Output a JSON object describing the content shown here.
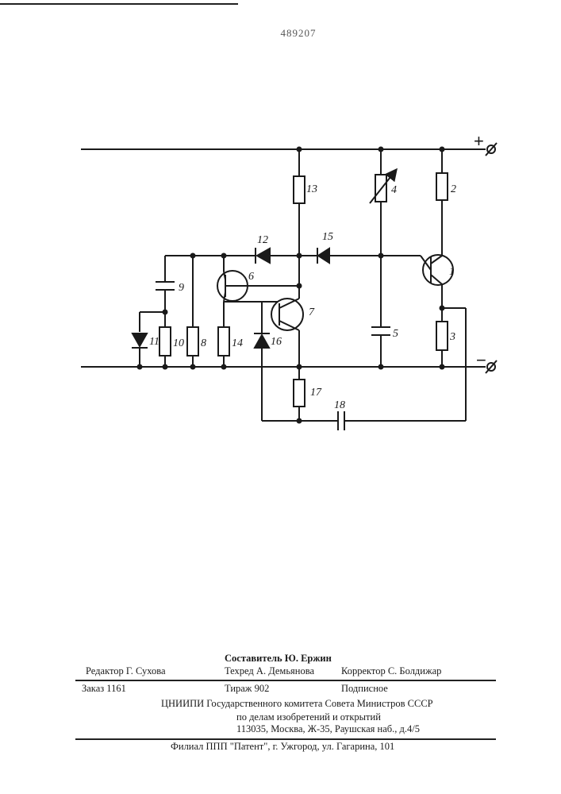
{
  "patent_number": "489207",
  "schematic": {
    "terminal_plus": "+",
    "terminal_minus": "−",
    "components": {
      "c1": "1",
      "c2": "2",
      "c3": "3",
      "c4": "4",
      "c5": "5",
      "c6": "6",
      "c7": "7",
      "c8": "8",
      "c9": "9",
      "c10": "10",
      "c11": "11",
      "c12": "12",
      "c13": "13",
      "c14": "14",
      "c15": "15",
      "c16": "16",
      "c17": "17",
      "c18": "18"
    }
  },
  "footer": {
    "compiler": "Составитель  Ю. Ержин",
    "editor": "Редактор Г. Сухова",
    "techred": "Техред А. Демьянова",
    "corrector": "Корректор С. Болдижар",
    "order": "Заказ 1161",
    "circulation": "Тираж 902",
    "subscription": "Подписное",
    "institute_line1": "ЦНИИПИ Государственного комитета Совета Министров СССР",
    "institute_line2": "по делам изобретений и открытий",
    "institute_address": "113035, Москва, Ж-35, Раушская наб., д.4/5",
    "branch": "Филиал ППП \"Патент\", г. Ужгород, ул. Гагарина, 101"
  }
}
